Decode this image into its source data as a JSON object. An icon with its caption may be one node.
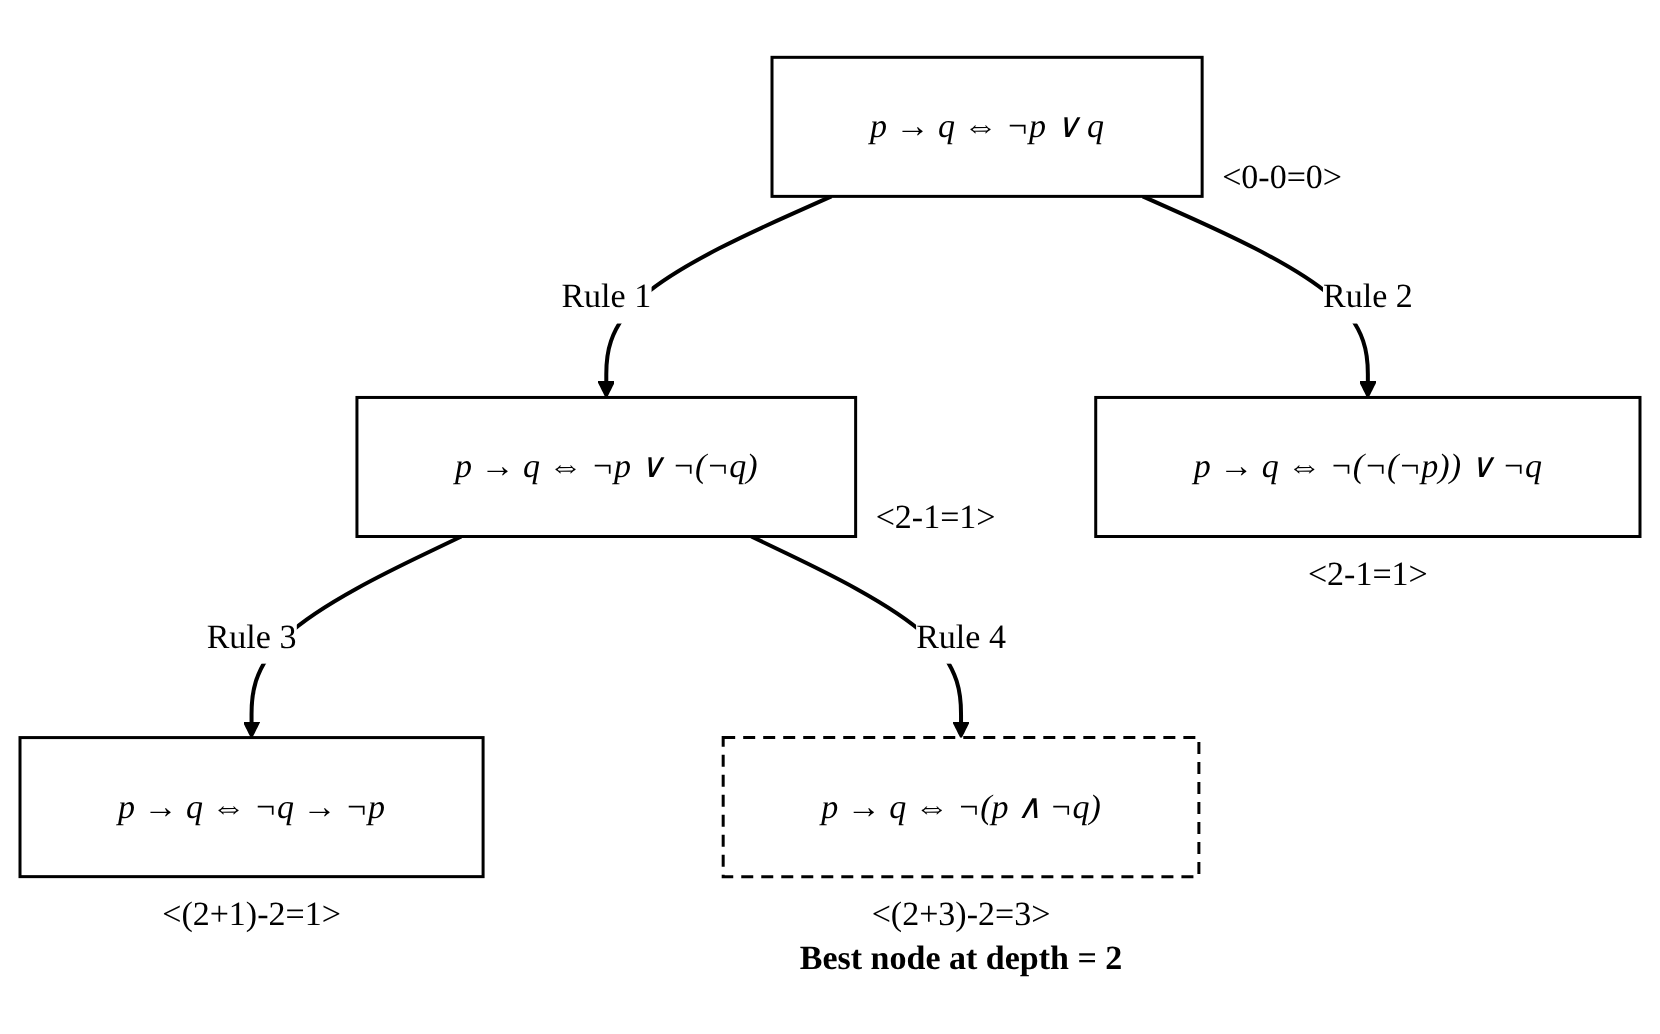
{
  "diagram": {
    "nodes": [
      {
        "text": [
          "p → q ⇔ ¬p ∨ q"
        ],
        "beside": [
          "<0-0=0>"
        ]
      },
      {
        "text": [
          "p → q ⇔ ¬p ∨ ¬(¬q)"
        ],
        "beside": [
          "<2-1=1>"
        ]
      },
      {
        "text": [
          "p → q ⇔ ¬(¬(¬p)) ∨ ¬q"
        ],
        "beside": [
          "<2-1=1>"
        ]
      },
      {
        "text": [
          "p → q ⇔ ¬q → ¬p"
        ],
        "beside": [
          "<(2+1)-2=1>"
        ]
      },
      {
        "text": [
          "p → q ⇔ ¬(p ∧ ¬q)"
        ],
        "beside": [
          "<(2+3)-2=3>",
          "Best node at depth = 2"
        ]
      }
    ],
    "edges": [
      {
        "from": 0,
        "to": 1,
        "arrow": "to",
        "label": "Rule 1"
      },
      {
        "from": 0,
        "to": 2,
        "arrow": "to",
        "label": "Rule 2"
      },
      {
        "from": 1,
        "to": 3,
        "arrow": "to",
        "label": "Rule 3"
      },
      {
        "from": 1,
        "to": 4,
        "arrow": "to",
        "label": "Rule 4"
      }
    ]
  }
}
